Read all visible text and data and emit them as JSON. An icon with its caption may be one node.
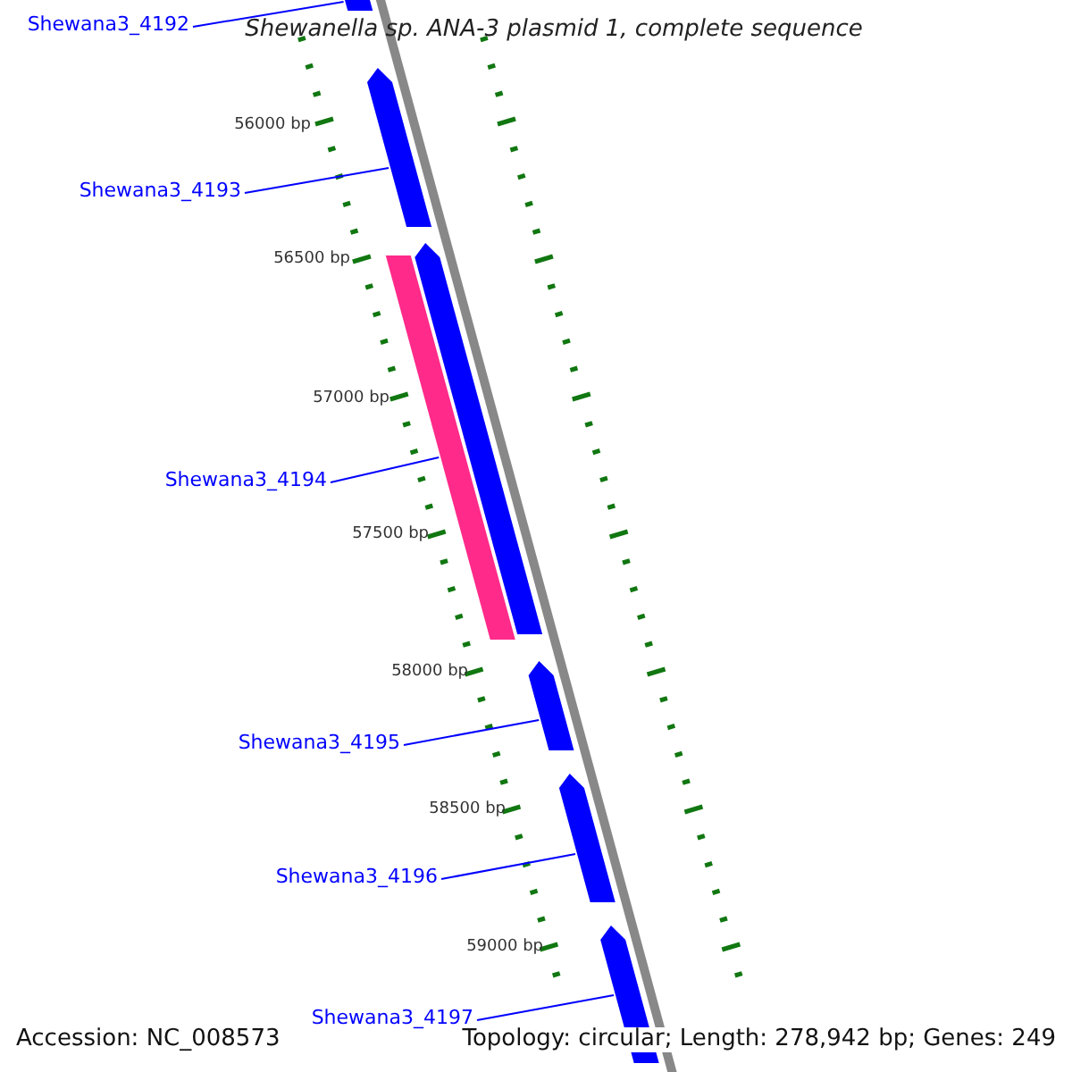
{
  "diagram": {
    "title": "Shewanella sp. ANA-3 plasmid 1, complete sequence",
    "nodes": [
      {
        "text": [
          "Shewana3_4192"
        ]
      },
      {
        "text": [
          "Shewana3_4193"
        ]
      },
      {
        "text": [
          "Shewana3_4194"
        ]
      },
      {
        "text": [
          "Shewana3_4195"
        ]
      },
      {
        "text": [
          "Shewana3_4196"
        ]
      },
      {
        "text": [
          "Shewana3_4197"
        ]
      },
      {
        "text": [],
        "shape": "arrow"
      },
      {
        "text": [],
        "shape": "arrow"
      },
      {
        "text": [],
        "shape": "bar"
      },
      {
        "text": [],
        "shape": "arrow"
      },
      {
        "text": [],
        "shape": "arrow"
      },
      {
        "text": [],
        "shape": "arrow"
      },
      {
        "text": [],
        "shape": "arrow"
      }
    ],
    "edges": [
      {
        "from": 0,
        "to": 6,
        "arrow": "none"
      },
      {
        "from": 1,
        "to": 7,
        "arrow": "none"
      },
      {
        "from": 2,
        "to": 8,
        "arrow": "none"
      },
      {
        "from": 3,
        "to": 10,
        "arrow": "none"
      },
      {
        "from": 4,
        "to": 11,
        "arrow": "none"
      },
      {
        "from": 5,
        "to": 12,
        "arrow": "none"
      }
    ],
    "labels": [
      "56000 bp",
      "56500 bp",
      "57000 bp",
      "57500 bp",
      "58000 bp",
      "58500 bp",
      "59000 bp",
      "Accession: NC_008573",
      "Topology: circular; Length: 278,942 bp; Genes: 249"
    ]
  }
}
